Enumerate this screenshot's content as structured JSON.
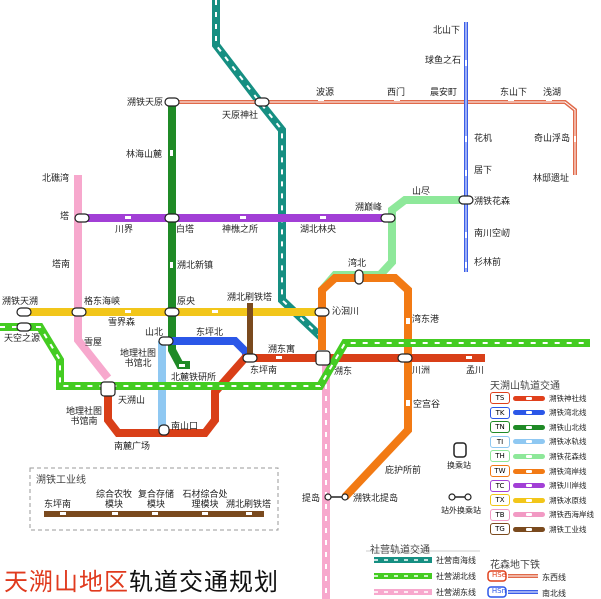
{
  "title": {
    "part1": "天溯山地区",
    "part2": "轨道交通规划"
  },
  "stations": {
    "beishanxia": "北山下",
    "qiuyuzhishi": "球鱼之石",
    "suotietianyuan": "溯铁天原",
    "tianyuanshenshe": "天原神社",
    "boyuan": "波源",
    "ximen": "西门",
    "chenanding": "晨安町",
    "dongshanxia": "东山下",
    "qianhu": "浅湖",
    "linhaishanluan": "林海山麓",
    "huaji": "花机",
    "juxia": "居下",
    "qishanfudao": "奇山浮岛",
    "linyiyizhi": "林邸遗址",
    "beiqiwan": "北礁湾",
    "shanjin": "山尽",
    "suotiehuasen": "溯铁花森",
    "nanchuankongrou": "南川空屻",
    "shanlinqian": "杉林前",
    "suodianfeng": "溯巅峰",
    "ta": "塔",
    "chuanjie": "川界",
    "baita": "白塔",
    "shenqiaozhisuo": "神樵之所",
    "hubeilinyang": "湖北林央",
    "tanan": "塔南",
    "shanbeixinzhen": "溯北新镇",
    "wanbei": "湾北",
    "suotietianzhun": "溯铁天溯",
    "gedonghaixia": "格东海峡",
    "yuanyang": "原央",
    "suobeishuatie": "溯北刷铁塔",
    "qinyuanchuan": "沁洄川",
    "tiankongzhiyuan": "天空之源",
    "xueshujie": "雪界森",
    "shanbei": "山北",
    "dongpingbei": "东坪北",
    "wandonggang": "湾东港",
    "xuewu": "雪屋",
    "dilishetushuguanbei": "地理社图书馆北",
    "beilutieyansuo": "北麓铁研所",
    "suodongyu": "溯东寓",
    "dongpingnan": "东坪南",
    "suodong": "溯东",
    "chuanzhou": "川洲",
    "meibei": "孟川",
    "tiansushan": "天溯山",
    "dilishetushuguannan": "地理社图书馆南",
    "nanshankou": "南山口",
    "kongyangu": "空宫谷",
    "nanhuguangchang": "南麓广场",
    "bihusuoqian": "庇护所前",
    "tidao": "提岛",
    "suotiebeitidao": "溯铁北提岛"
  },
  "industrial": {
    "title": "溯铁工业线",
    "stations": [
      "东坪南",
      "综合农牧模块",
      "复合存储模块",
      "石材综合处理模块",
      "溯北刷铁塔"
    ]
  },
  "legend_main": {
    "title": "天溯山轨道交通",
    "lines": [
      {
        "code": "TS",
        "name": "溯铁神社线",
        "color": "#e0401c"
      },
      {
        "code": "TK",
        "name": "溯铁湾北线",
        "color": "#2b57e8"
      },
      {
        "code": "TN",
        "name": "溯铁山北线",
        "color": "#1f8a26"
      },
      {
        "code": "TI",
        "name": "溯铁冰轨线",
        "color": "#8fc8f2"
      },
      {
        "code": "TH",
        "name": "溯铁花森线",
        "color": "#8ee89a"
      },
      {
        "code": "TW",
        "name": "溯铁湾岸线",
        "color": "#f27a14"
      },
      {
        "code": "TC",
        "name": "溯铁川岸线",
        "color": "#a23fd6"
      },
      {
        "code": "TX",
        "name": "溯铁冰原线",
        "color": "#f2c61a"
      },
      {
        "code": "TB",
        "name": "溯铁西海岸线",
        "color": "#f29ac4"
      },
      {
        "code": "TG",
        "name": "溯铁工业线",
        "color": "#7a4a1e"
      }
    ],
    "transfer": "换乘站",
    "outside_transfer": "站外换乘站"
  },
  "legend_private": {
    "title": "社营轨道交通",
    "lines": [
      {
        "name": "社营南海线",
        "color": "#168f82"
      },
      {
        "name": "社营湖北线",
        "color": "#44cc22"
      },
      {
        "name": "社营湖东线",
        "color": "#f29ac4"
      }
    ]
  },
  "legend_subway": {
    "title": "花森地下铁",
    "lines": [
      {
        "code": "HSe",
        "name": "东西线",
        "color": "#e0401c"
      },
      {
        "code": "HSn",
        "name": "南北线",
        "color": "#2b57e8"
      }
    ]
  }
}
